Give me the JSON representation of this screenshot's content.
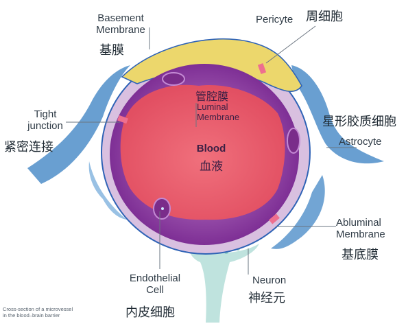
{
  "labels": {
    "basement_membrane": {
      "en": "Basement\nMembrane",
      "en_line1": "Basement",
      "en_line2": "Membrane",
      "zh": "基膜"
    },
    "pericyte": {
      "en": "Pericyte",
      "zh": "周细胞"
    },
    "tight_junction": {
      "en_line1": "Tight",
      "en_line2": "junction",
      "zh": "紧密连接"
    },
    "luminal_membrane": {
      "zh": "管腔膜",
      "en_line1": "Luminal",
      "en_line2": "Membrane"
    },
    "blood": {
      "en": "Blood",
      "zh": "血液"
    },
    "astrocyte": {
      "zh": "星形胶质细胞",
      "en": "Astrocyte"
    },
    "abluminal_membrane": {
      "en_line1": "Abluminal",
      "en_line2": "Membrane",
      "zh": "基底膜"
    },
    "endothelial_cell": {
      "en_line1": "Endothelial",
      "en_line2": "Cell",
      "zh": "内皮细胞"
    },
    "neuron": {
      "en": "Neuron",
      "zh": "神经元"
    }
  },
  "caption": {
    "line1": "Cross-section of a microvessel",
    "line2": "in the blood–brain barrier"
  },
  "colors": {
    "astrocyte": "#4f8ec9",
    "basement_membrane": "#e8d56a",
    "endothelium": "#8a3a9f",
    "blood": "#ea5a6a",
    "neuron": "#bfe3de",
    "outline": "#2f63b6"
  }
}
